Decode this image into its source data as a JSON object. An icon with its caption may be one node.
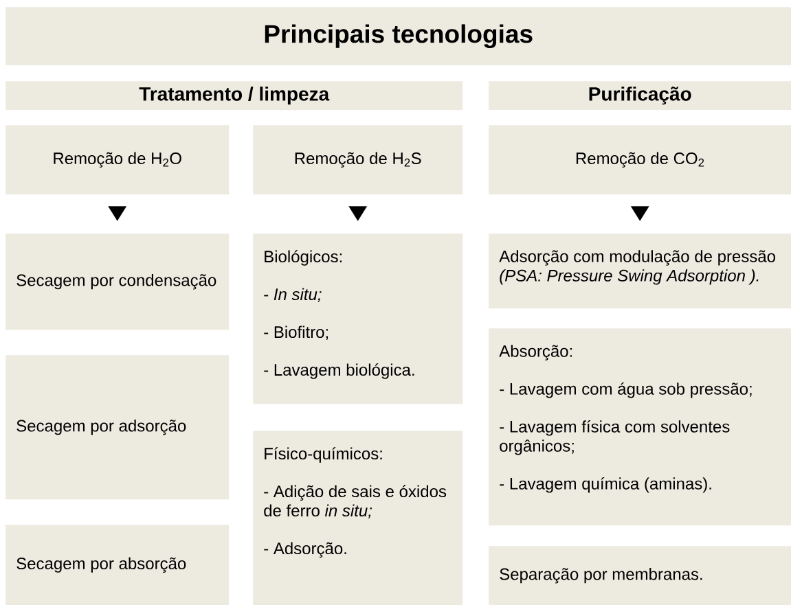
{
  "diagram": {
    "nodes": [
      {
        "text": [
          "Principais tecnologias"
        ]
      },
      {
        "text": [
          "Tratamento / limpeza"
        ]
      },
      {
        "text": [
          "Purificação"
        ]
      },
      {
        "text": [
          "Remoção de H$_{2}$O"
        ]
      },
      {
        "text": [
          "Remoção de H$_{2}$S"
        ]
      },
      {
        "text": [
          "Remoção de CO$_{2}$"
        ]
      },
      {
        "text": [
          "Secagem por condensação"
        ]
      },
      {
        "text": [
          "Secagem por adsorção"
        ]
      },
      {
        "text": [
          "Secagem por absorção"
        ]
      },
      {
        "text": [
          "Biológicos:",
          "- *In situ;*",
          "- Biofitro;",
          "- Lavagem biológica."
        ]
      },
      {
        "text": [
          "Físico-químicos:",
          "- Adição de sais e óxidos de ferro *in situ;*",
          "- Adsorção."
        ]
      },
      {
        "text": [
          "Adsorção com modulação de pressão *(PSA: Pressure Swing Adsorption ).*"
        ]
      },
      {
        "text": [
          "Absorção:",
          "- Lavagem com água sob pressão;",
          "- Lavagem física com solventes orgânicos;",
          "- Lavagem química (aminas)."
        ]
      },
      {
        "text": [
          "Separação por membranas."
        ]
      }
    ],
    "edges": [
      {
        "from": 3,
        "to": 6,
        "arrow": "to"
      },
      {
        "from": 4,
        "to": 9,
        "arrow": "to"
      },
      {
        "from": 5,
        "to": 11,
        "arrow": "to"
      }
    ]
  }
}
